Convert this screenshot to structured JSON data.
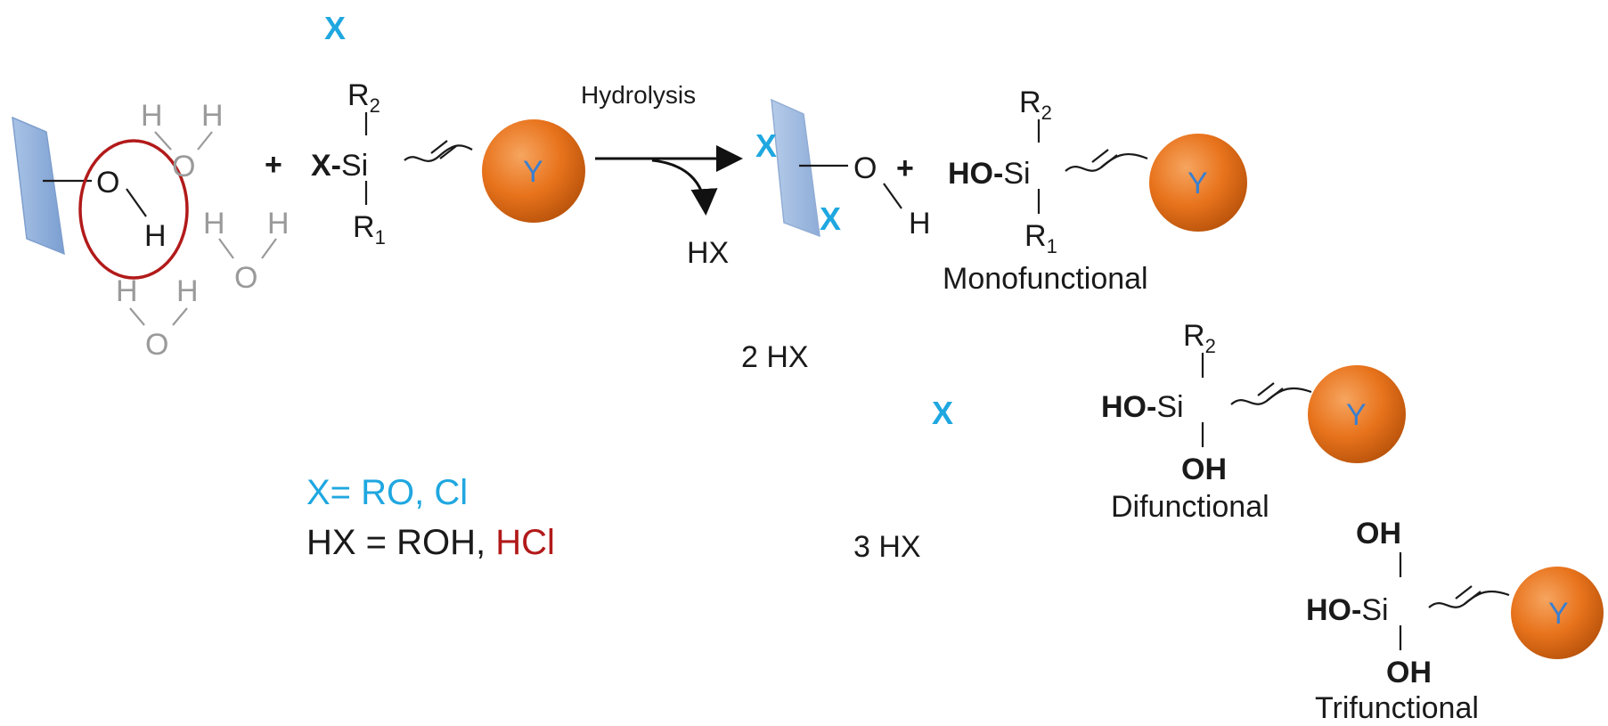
{
  "labels": {
    "x_letter": "X",
    "y_letter": "Y",
    "hydrolysis": "Hydrolysis",
    "hx": "HX",
    "two_hx": "2 HX",
    "three_hx": "3 HX",
    "monofunctional": "Monofunctional",
    "difunctional": "Difunctional",
    "trifunctional": "Trifunctional",
    "plus": "+"
  },
  "atoms": {
    "h": "H",
    "o": "O",
    "oh": "OH",
    "si": "Si",
    "r": "R",
    "r_sub_1": "1",
    "r_sub_2": "2",
    "x_si_prefix": "X-",
    "ho_prefix": "HO-"
  },
  "legend": {
    "x_def": "X= RO, Cl",
    "hx_def_prefix": "HX = ROH, ",
    "hx_def_hcl": "HCl"
  },
  "colors": {
    "blue_x": "#1fa7e0",
    "hcl_red": "#b21a1a",
    "circle_red": "#b21a1a",
    "sphere_orange": "#e8731c",
    "surface_blue": "#8fb1dd"
  }
}
